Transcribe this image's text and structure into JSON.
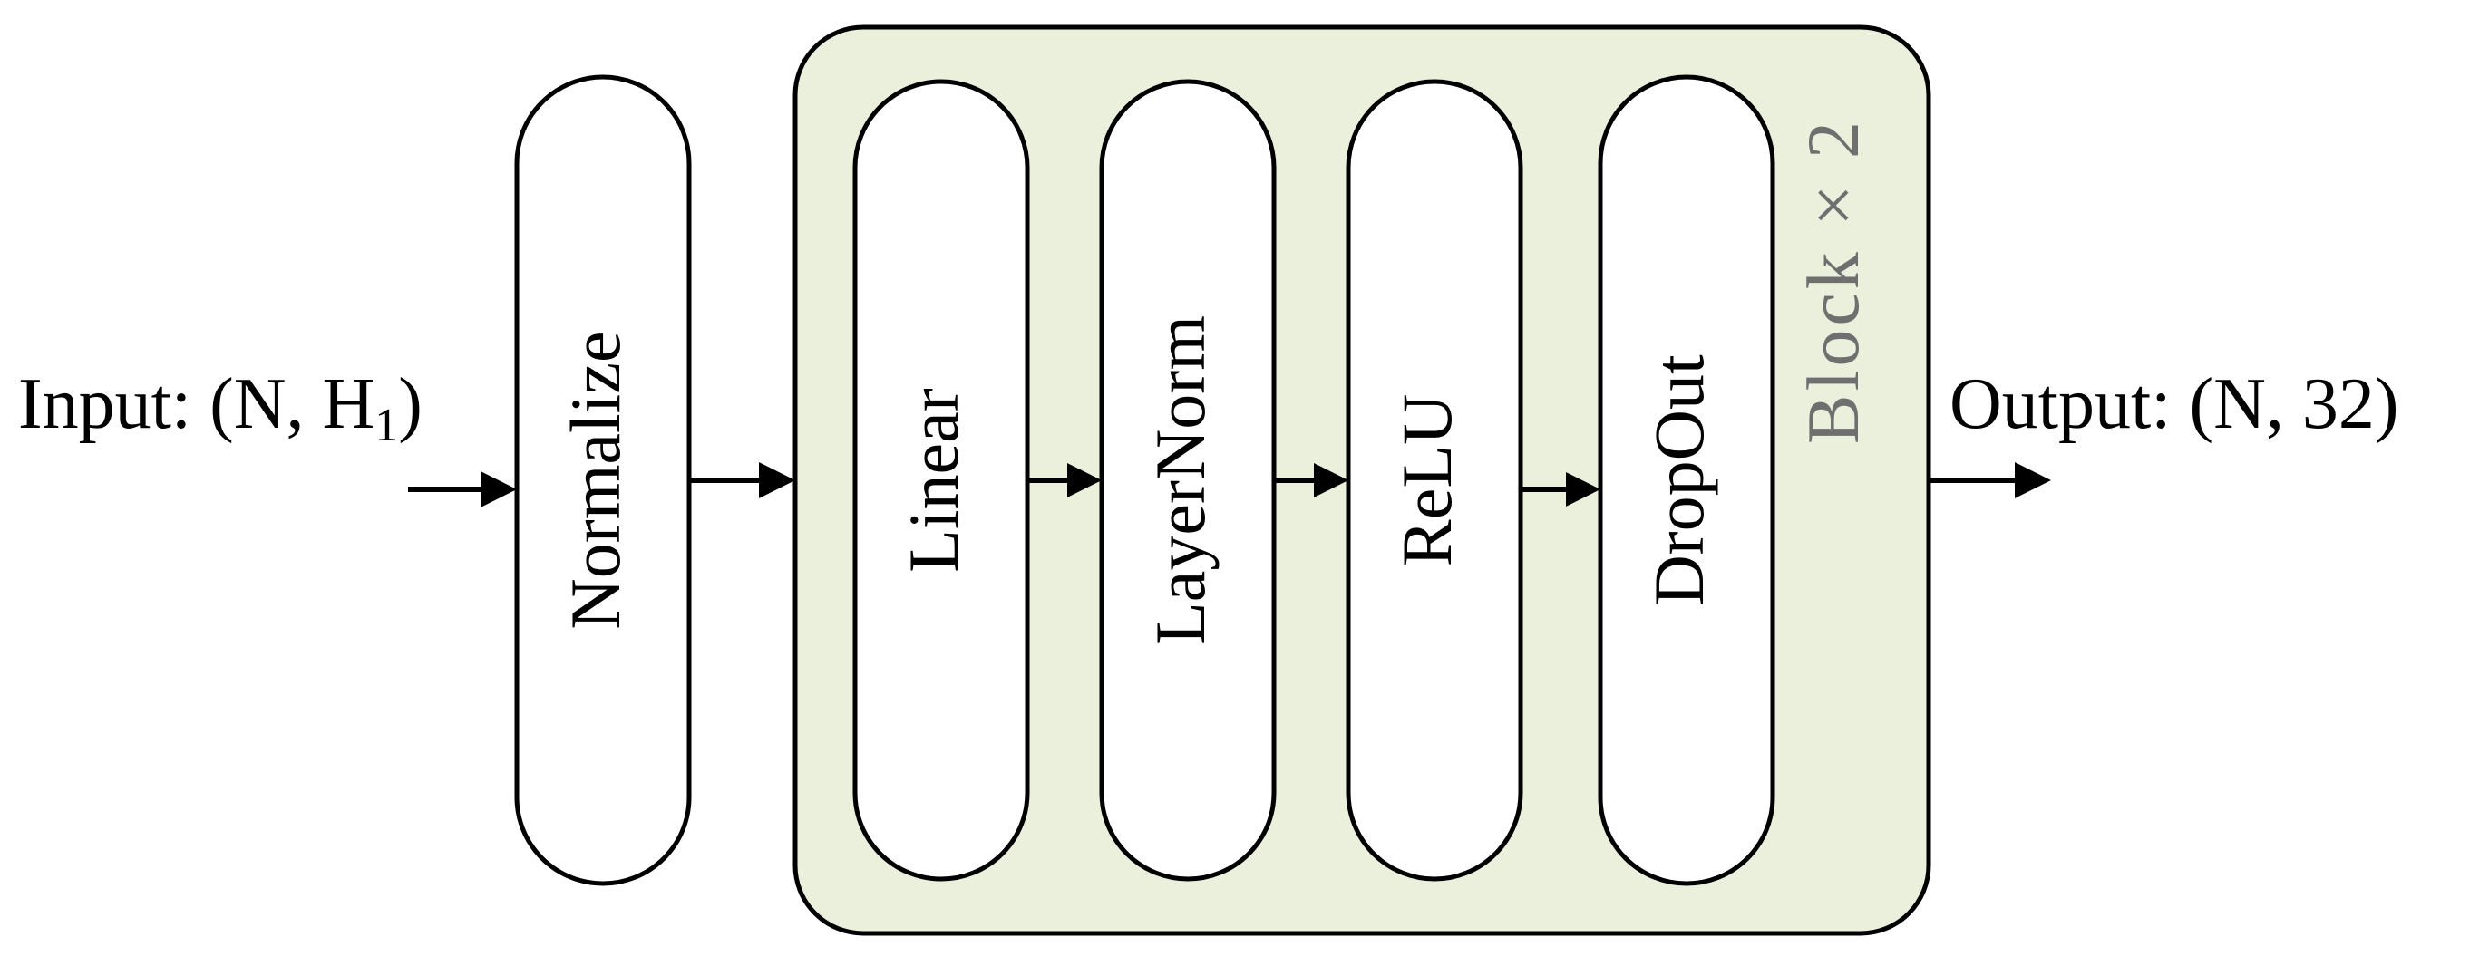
{
  "diagram": {
    "input_label_prefix": "Input: (N, H",
    "input_label_subscript": "1",
    "input_label_suffix": ")",
    "output_label": "Output: (N, 32)",
    "normalize_label": "Normalize",
    "block": {
      "repeat_label": "Block × 2",
      "fill_color": "#eaf0dc",
      "border_color": "#000000",
      "label_color": "#6f6f6f",
      "layers": [
        "Linear",
        "LayerNorm",
        "ReLU",
        "DropOut"
      ]
    }
  }
}
